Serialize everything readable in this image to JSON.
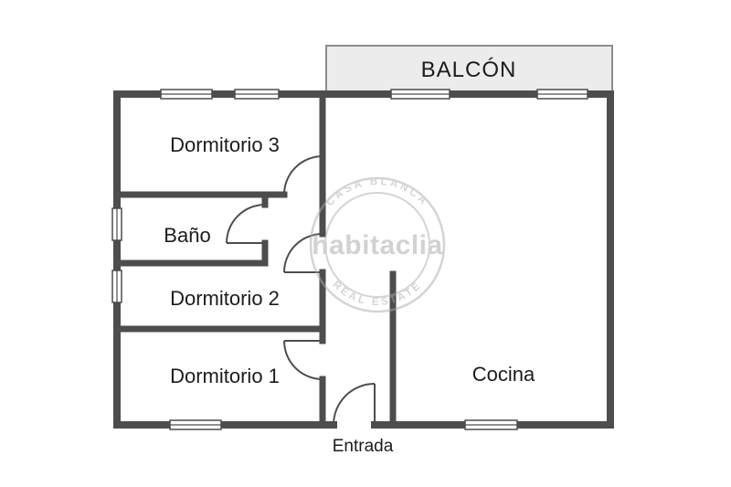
{
  "page": {
    "type": "floor-plan-image",
    "background_color": "#ffffff",
    "wall_color": "#4d4d4d",
    "balcony_fill_color": "#ececec",
    "label_color": "#1c1c1c",
    "watermark_color": "#ababab"
  },
  "labels": {
    "balcon": "BALCÓN",
    "dormitorio3": "Dormitorio 3",
    "bano": "Baño",
    "dormitorio2": "Dormitorio 2",
    "dormitorio1": "Dormitorio 1",
    "cocina": "Cocina",
    "entrada": "Entrada"
  },
  "watermark": {
    "brand": "habitaclia",
    "arc_top": "CASA BLANCA",
    "arc_bottom": "REAL ESTATE"
  }
}
